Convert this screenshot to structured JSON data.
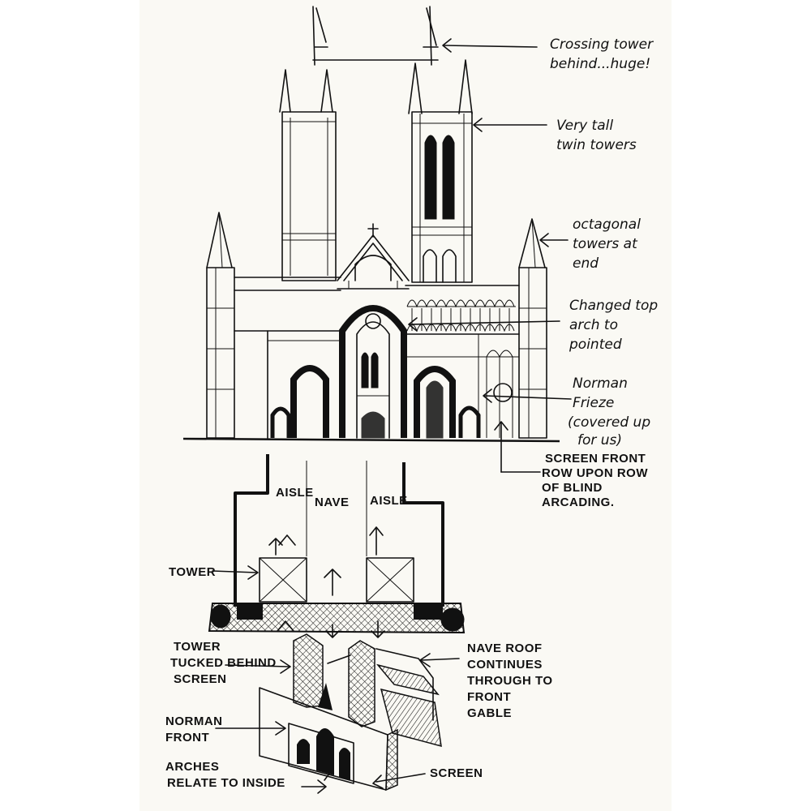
{
  "notes": {
    "crossing_tower": [
      "Crossing tower",
      "behind...huge!"
    ],
    "twin_towers": [
      "Very tall",
      "twin towers"
    ],
    "octagonal": [
      "octagonal",
      "towers at",
      "end"
    ],
    "changed_arch": [
      "Changed top",
      "arch to",
      "pointed"
    ],
    "norman_frieze": [
      "Norman",
      "Frieze",
      "(covered up",
      "for us)"
    ],
    "screen_front": [
      "SCREEN FRONT",
      "ROW UPON ROW",
      "OF BLIND",
      "ARCADING."
    ]
  },
  "plan_labels": {
    "aisle_left": "AISLE",
    "nave": "NAVE",
    "aisle_right": "AISLE",
    "tower": "TOWER"
  },
  "axon_labels": {
    "tower_tucked": [
      "TOWER",
      "TUCKED BEHIND",
      "SCREEN"
    ],
    "nave_roof": [
      "NAVE ROOF",
      "CONTINUES",
      "THROUGH TO",
      "FRONT",
      "GABLE"
    ],
    "norman_front": [
      "NORMAN",
      "FRONT"
    ],
    "arches": [
      "ARCHES",
      "RELATE TO INSIDE"
    ],
    "screen": "SCREEN"
  }
}
